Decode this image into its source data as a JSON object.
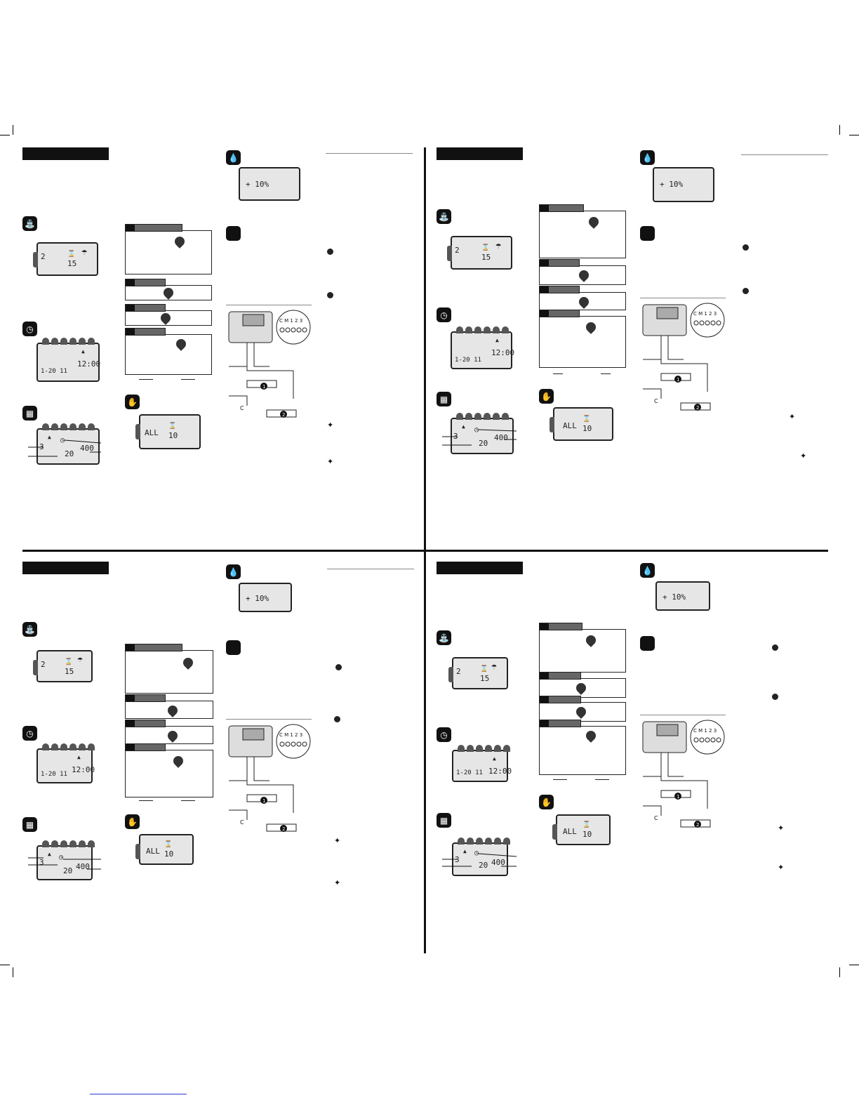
{
  "lcd": {
    "zone": "2",
    "minutes": "15",
    "time": "12:00",
    "date": "1-20 11",
    "program_start": "3",
    "run_time": "20",
    "flow": "400",
    "percent": "+ 10%",
    "manual_all": "ALL",
    "manual_min": "10"
  },
  "wiring": {
    "terminals": "C M 1 2 3",
    "valve_1": "1",
    "valve_2": "2",
    "common_label": "C"
  }
}
